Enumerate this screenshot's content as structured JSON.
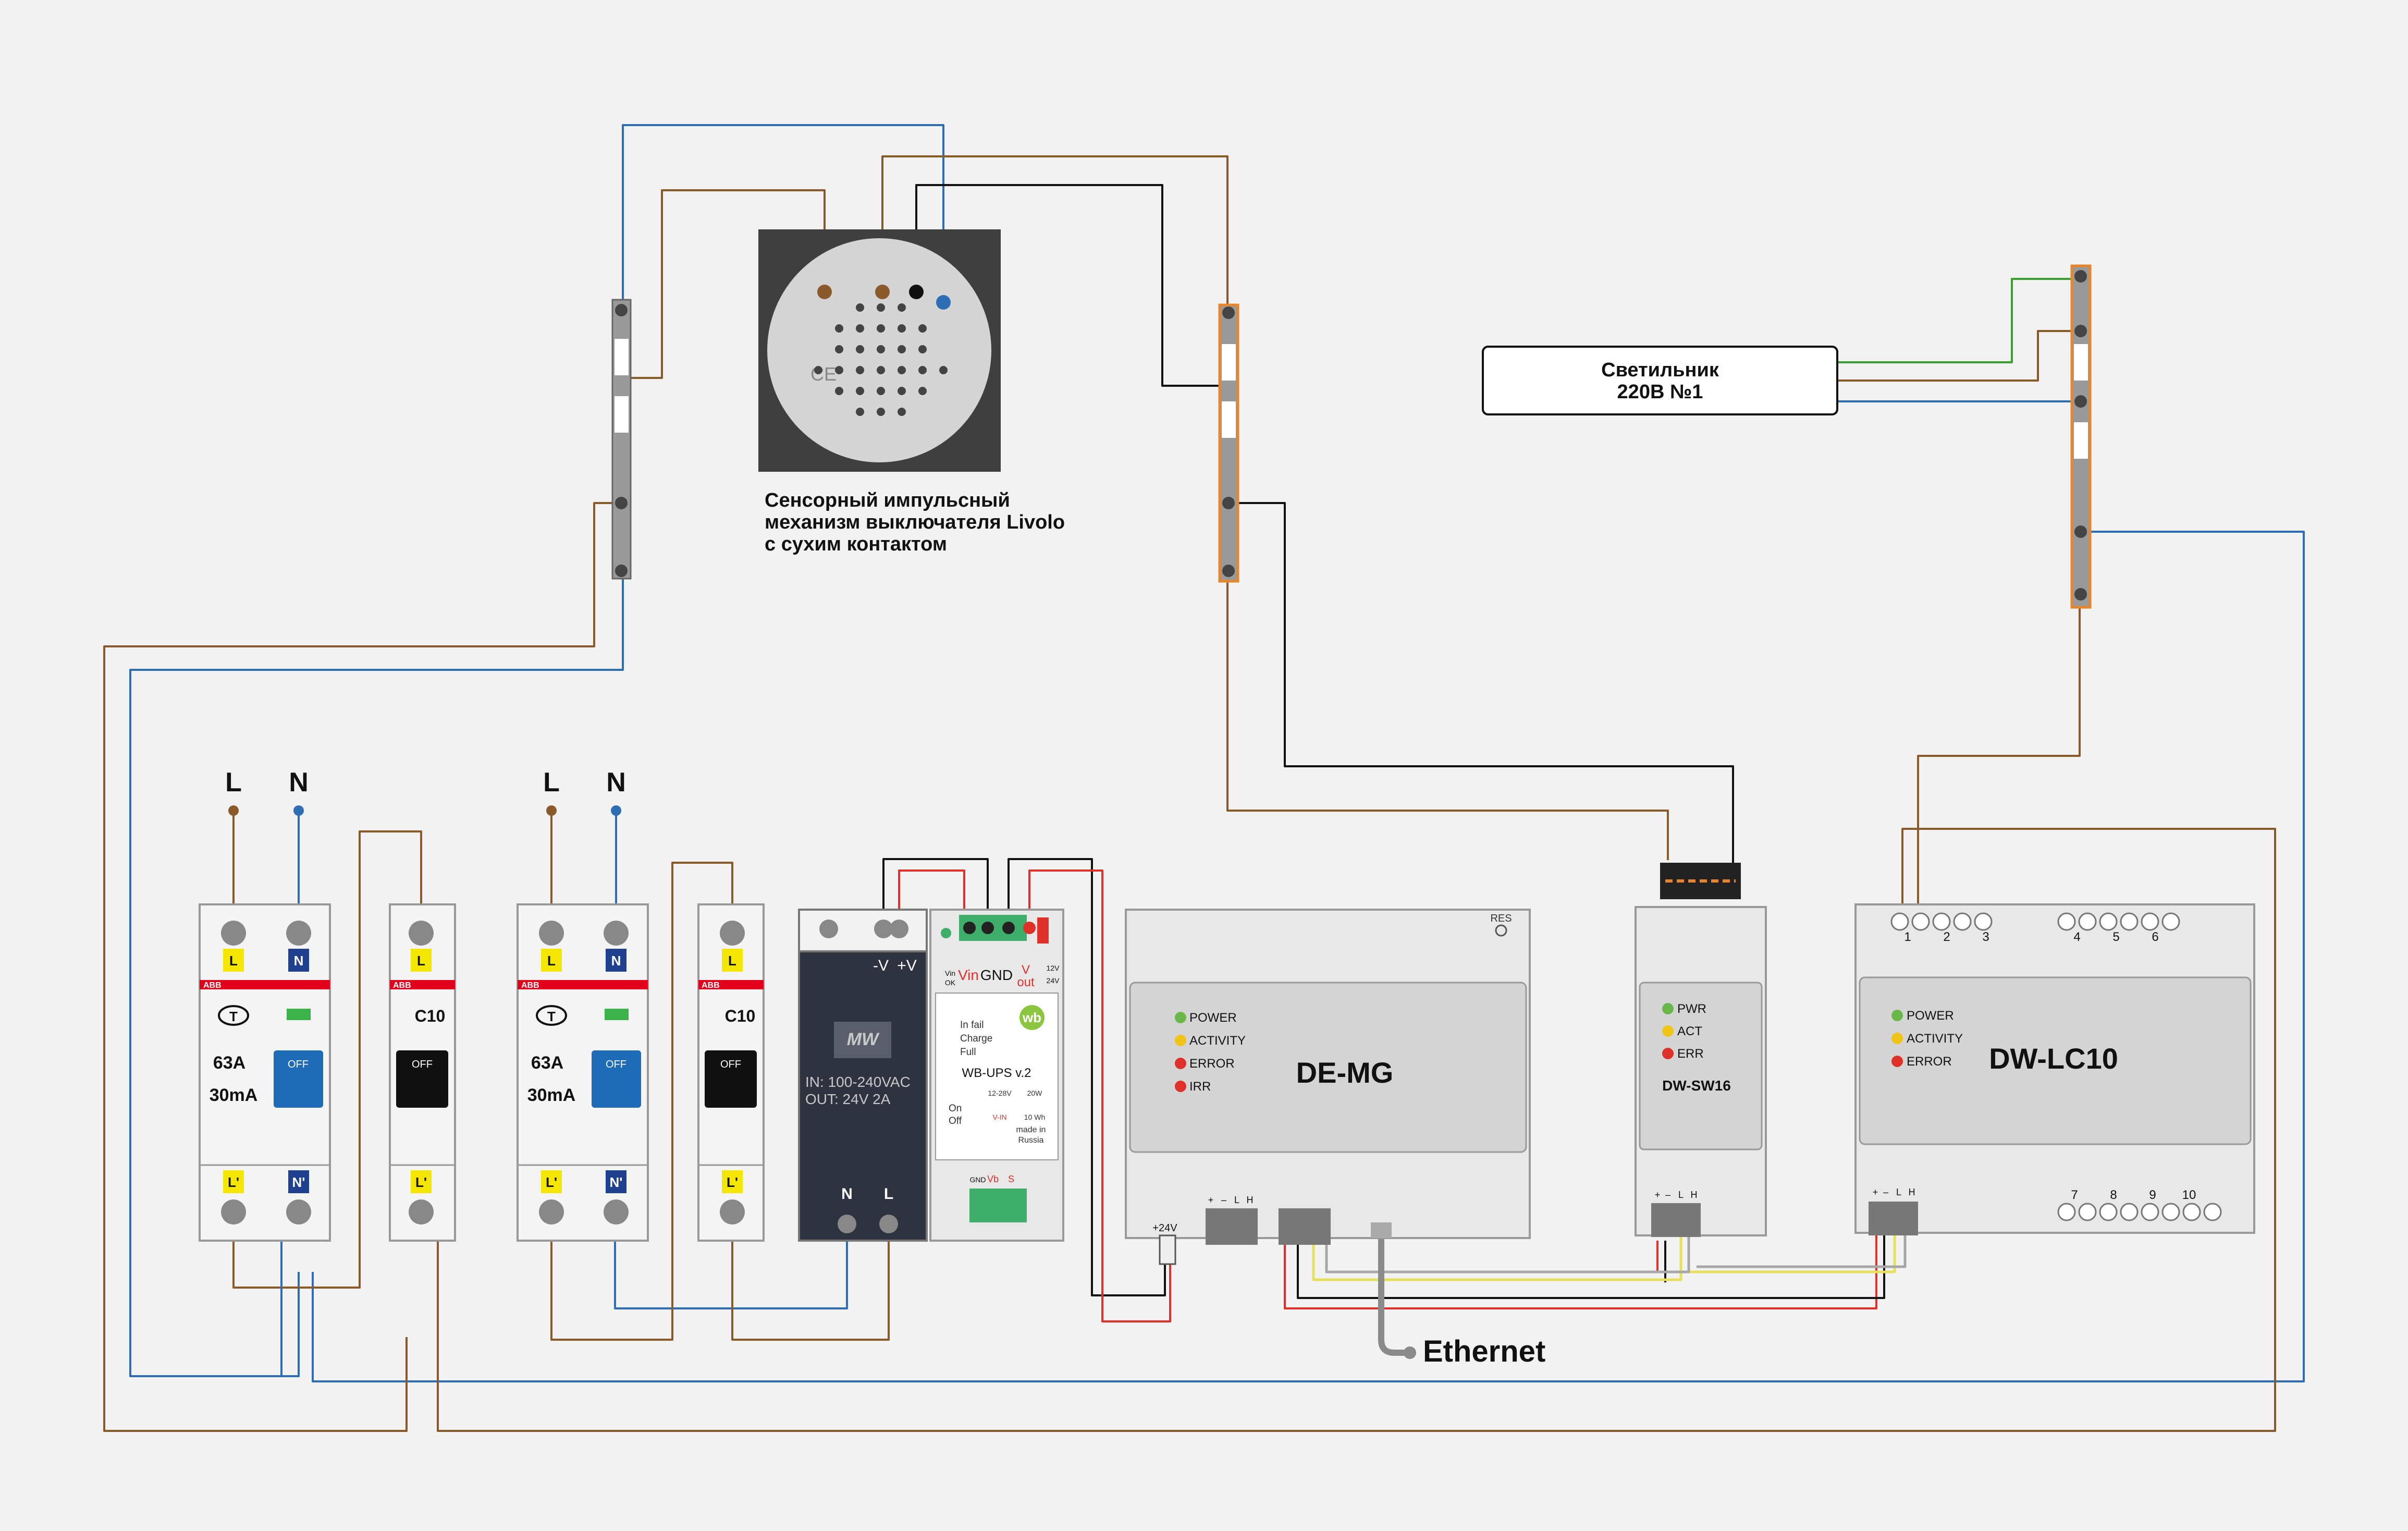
{
  "colors": {
    "background": "#f2f2f2",
    "wire_phase": "#8b5a2b",
    "wire_neutral": "#2f6db5",
    "wire_black": "#111111",
    "wire_red": "#e0302a",
    "wire_yellow": "#e6e05a",
    "wire_gray": "#a6a6a6",
    "wire_green": "#3aa02e",
    "terminal_orange": "#e8852a",
    "abb_red": "#e2001a",
    "breaker_blue": "#1e6bb8",
    "label_yellow": "#f4e600",
    "label_navy": "#1f3f8f"
  },
  "supply": {
    "group1_l": "L",
    "group1_n": "N",
    "group2_l": "L",
    "group2_n": "N"
  },
  "rcd1": {
    "brand": "ABB",
    "term_l": "L",
    "term_n": "N",
    "term_l_out": "L'",
    "term_n_out": "N'",
    "test": "T",
    "rating": "63A",
    "sensitivity": "30mA",
    "handle": "OFF"
  },
  "mcb1": {
    "brand": "ABB",
    "term_l": "L",
    "term_l_out": "L'",
    "rating": "C10",
    "handle": "OFF"
  },
  "rcd2": {
    "brand": "ABB",
    "term_l": "L",
    "term_n": "N",
    "term_l_out": "L'",
    "term_n_out": "N'",
    "test": "T",
    "rating": "63A",
    "sensitivity": "30mA",
    "handle": "OFF"
  },
  "mcb2": {
    "brand": "ABB",
    "term_l": "L",
    "term_l_out": "L'",
    "rating": "C10",
    "handle": "OFF"
  },
  "psu": {
    "logo": "MW",
    "minus": "-V",
    "plus": "+V",
    "spec_in": "IN: 100-240VAC",
    "spec_out": "OUT: 24V 2A",
    "term_n": "N",
    "term_l": "L"
  },
  "ups": {
    "term_vin": "Vin",
    "term_gnd": "GND",
    "term_vout": "V",
    "term_vout2": "out",
    "v12": "12V",
    "v24": "24V",
    "vin_ok": "Vin",
    "vin_ok2": "OK",
    "logo": "wb",
    "in_fail": "In fail",
    "charge": "Charge",
    "full": "Full",
    "model": "WB-UPS v.2",
    "on": "On",
    "off": "Off",
    "range": "12-28V",
    "range_label": "V-IN",
    "energy": "20W",
    "energy2": "10 Wh",
    "made": "made in",
    "country": "Russia",
    "bottom_gnd": "GND",
    "bottom_vb": "Vb",
    "bottom_s": "S"
  },
  "livolo": {
    "caption_line1": "Сенсорный импульсный",
    "caption_line2": "механизм выключателя Livolo",
    "caption_line3": "с сухим контактом",
    "ce": "CE"
  },
  "lamp": {
    "line1": "Светильник",
    "line2": "220В №1"
  },
  "demg": {
    "name": "DE-MG",
    "res": "RES",
    "power": "POWER",
    "activity": "ACTIVITY",
    "error": "ERROR",
    "irr": "IRR",
    "plus24": "+24V",
    "t_plus": "+",
    "t_minus": "–",
    "t_l": "L",
    "t_h": "H"
  },
  "sw16": {
    "name": "DW-SW16",
    "pwr": "PWR",
    "act": "ACT",
    "err": "ERR",
    "t_plus": "+",
    "t_minus": "–",
    "t_l": "L",
    "t_h": "H"
  },
  "lc10": {
    "name": "DW-LC10",
    "power": "POWER",
    "activity": "ACTIVITY",
    "error": "ERROR",
    "top_nums": [
      "1",
      "2",
      "3",
      "4",
      "5",
      "6"
    ],
    "bottom_nums": [
      "7",
      "8",
      "9",
      "10"
    ],
    "t_plus": "+",
    "t_minus": "–",
    "t_l": "L",
    "t_h": "H"
  },
  "ethernet": {
    "label": "Ethernet"
  }
}
